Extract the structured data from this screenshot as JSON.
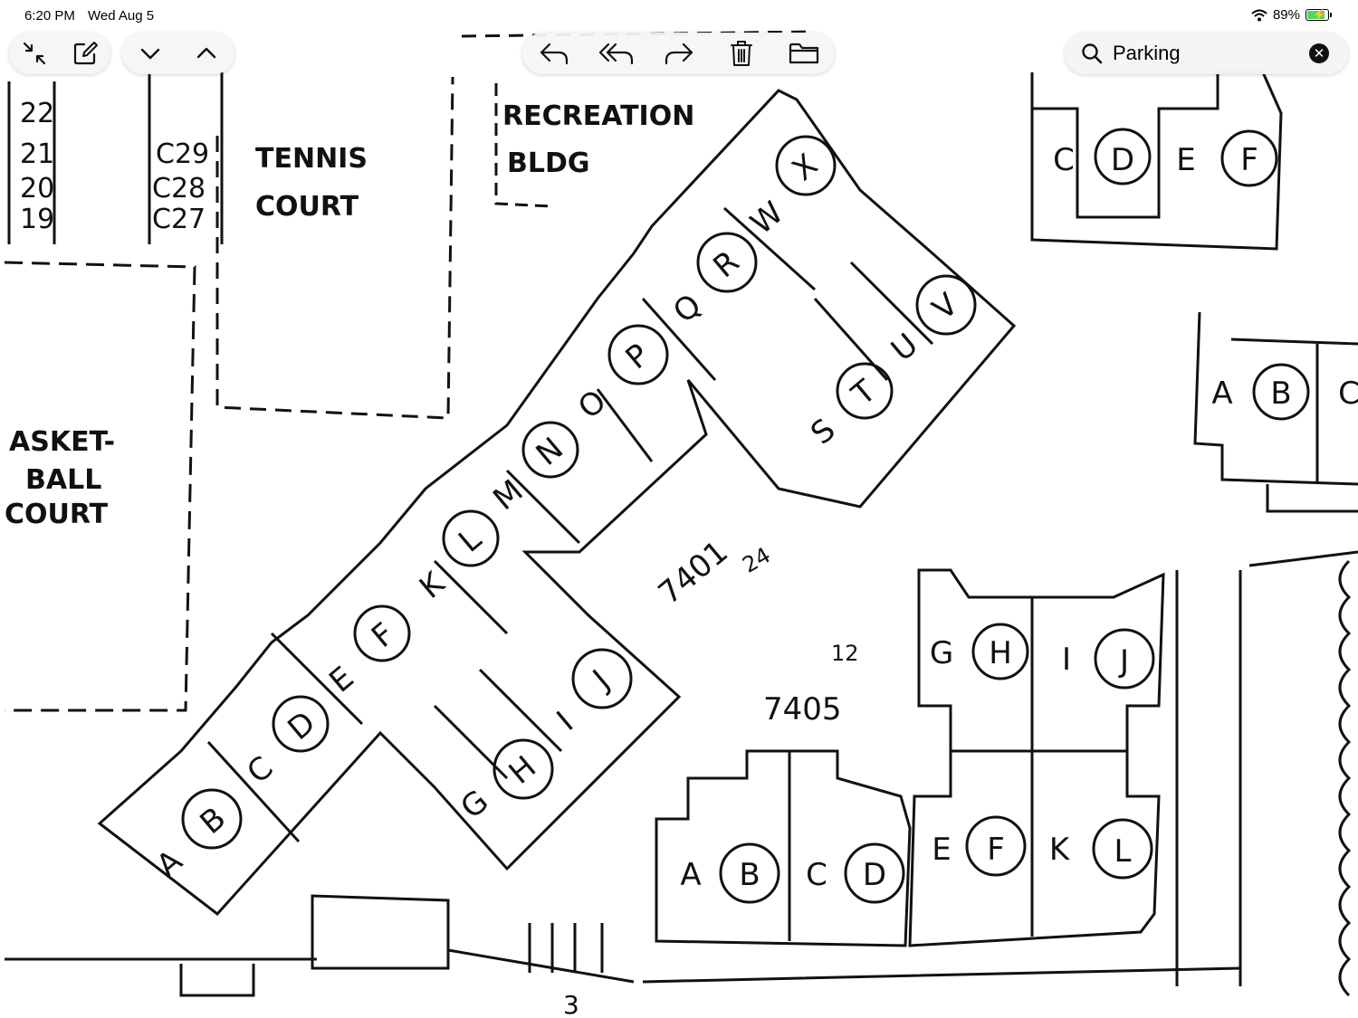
{
  "status": {
    "time": "6:20 PM",
    "date": "Wed Aug 5",
    "battery": "89%",
    "battery_level": 0.89
  },
  "toolbar": {
    "minimize_icon": "arrows-inward-icon",
    "edit_icon": "pencil-square-icon",
    "prev_icon": "chevron-down-icon",
    "next_icon": "chevron-up-icon",
    "reply_icon": "reply-icon",
    "reply_all_icon": "reply-all-icon",
    "forward_icon": "forward-icon",
    "trash_icon": "trash-icon",
    "folder_icon": "folder-icon"
  },
  "search": {
    "value": "Parking",
    "clear_icon": "close-circle-icon"
  },
  "map": {
    "labels": {
      "tennis_1": "TENNIS",
      "tennis_2": "COURT",
      "recreation_1": "RECREATION",
      "recreation_2": "BLDG",
      "basketball_1": "ASKET-",
      "basketball_2": "BALL",
      "basketball_3": "COURT",
      "bldg_7401": "7401",
      "bldg_7401_sub": "24",
      "bldg_7405": "7405",
      "bldg_7405_sub": "12",
      "bottom_3": "3"
    },
    "top_right_units": [
      "C",
      "D",
      "E",
      "F"
    ],
    "right_units": [
      "A",
      "B",
      "C"
    ],
    "diag_units_lower": [
      "A",
      "B",
      "C",
      "D",
      "E",
      "F"
    ],
    "diag_units_upper": [
      "K",
      "L",
      "M",
      "N",
      "O",
      "P",
      "Q",
      "R",
      "W",
      "X"
    ],
    "wing_a_units": [
      "G",
      "H",
      "I",
      "J"
    ],
    "wing_b_units": [
      "S",
      "T",
      "U",
      "V"
    ],
    "b7405_top_units": [
      "G",
      "H",
      "I",
      "J"
    ],
    "b7405_mid_units": [
      "E",
      "F",
      "K",
      "L"
    ],
    "b7405_bottom_units": [
      "A",
      "B",
      "C",
      "D"
    ],
    "left_numbers": [
      "22",
      "21",
      "20",
      "19"
    ],
    "left_codes": [
      "C29",
      "C28",
      "C27"
    ]
  }
}
